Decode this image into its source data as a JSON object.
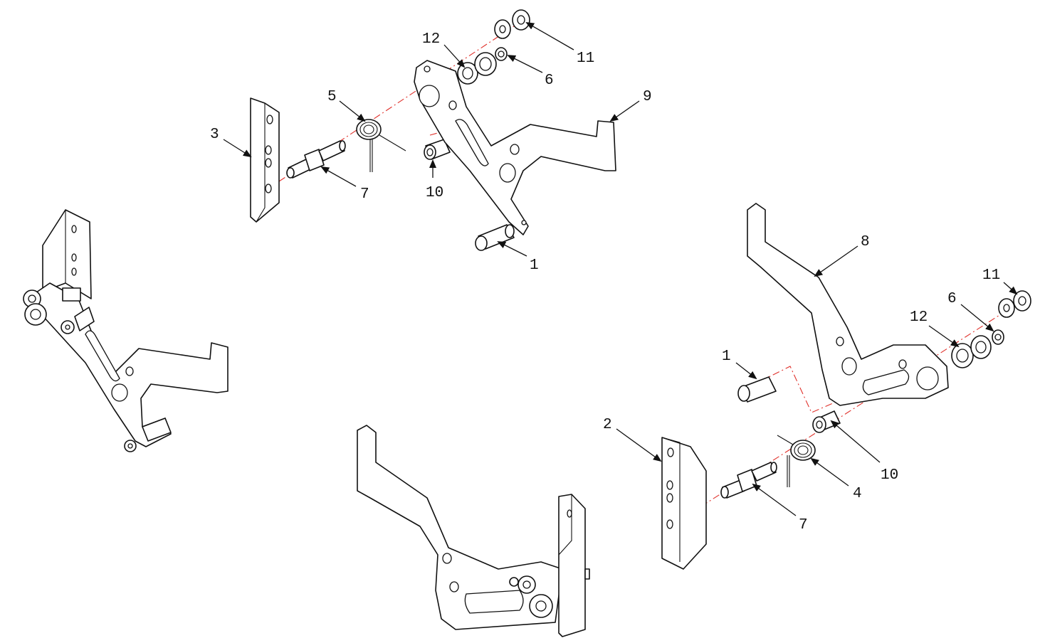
{
  "colors": {
    "line": "#111111",
    "axis": "#e0302a",
    "background": "#ffffff"
  },
  "top_assembly": {
    "labels": {
      "plate": "3",
      "spring": "5",
      "pin": "7",
      "bushing": "10",
      "washer_large": "12",
      "washer_outer": "11",
      "washer_small": "6",
      "lever": "9",
      "sleeve": "1"
    }
  },
  "right_assembly": {
    "labels": {
      "lever": "8",
      "washer_outer": "11",
      "washer_small": "6",
      "washer_large": "12",
      "sleeve": "1",
      "bushing": "10",
      "plate": "2",
      "spring": "4",
      "pin": "7"
    }
  }
}
